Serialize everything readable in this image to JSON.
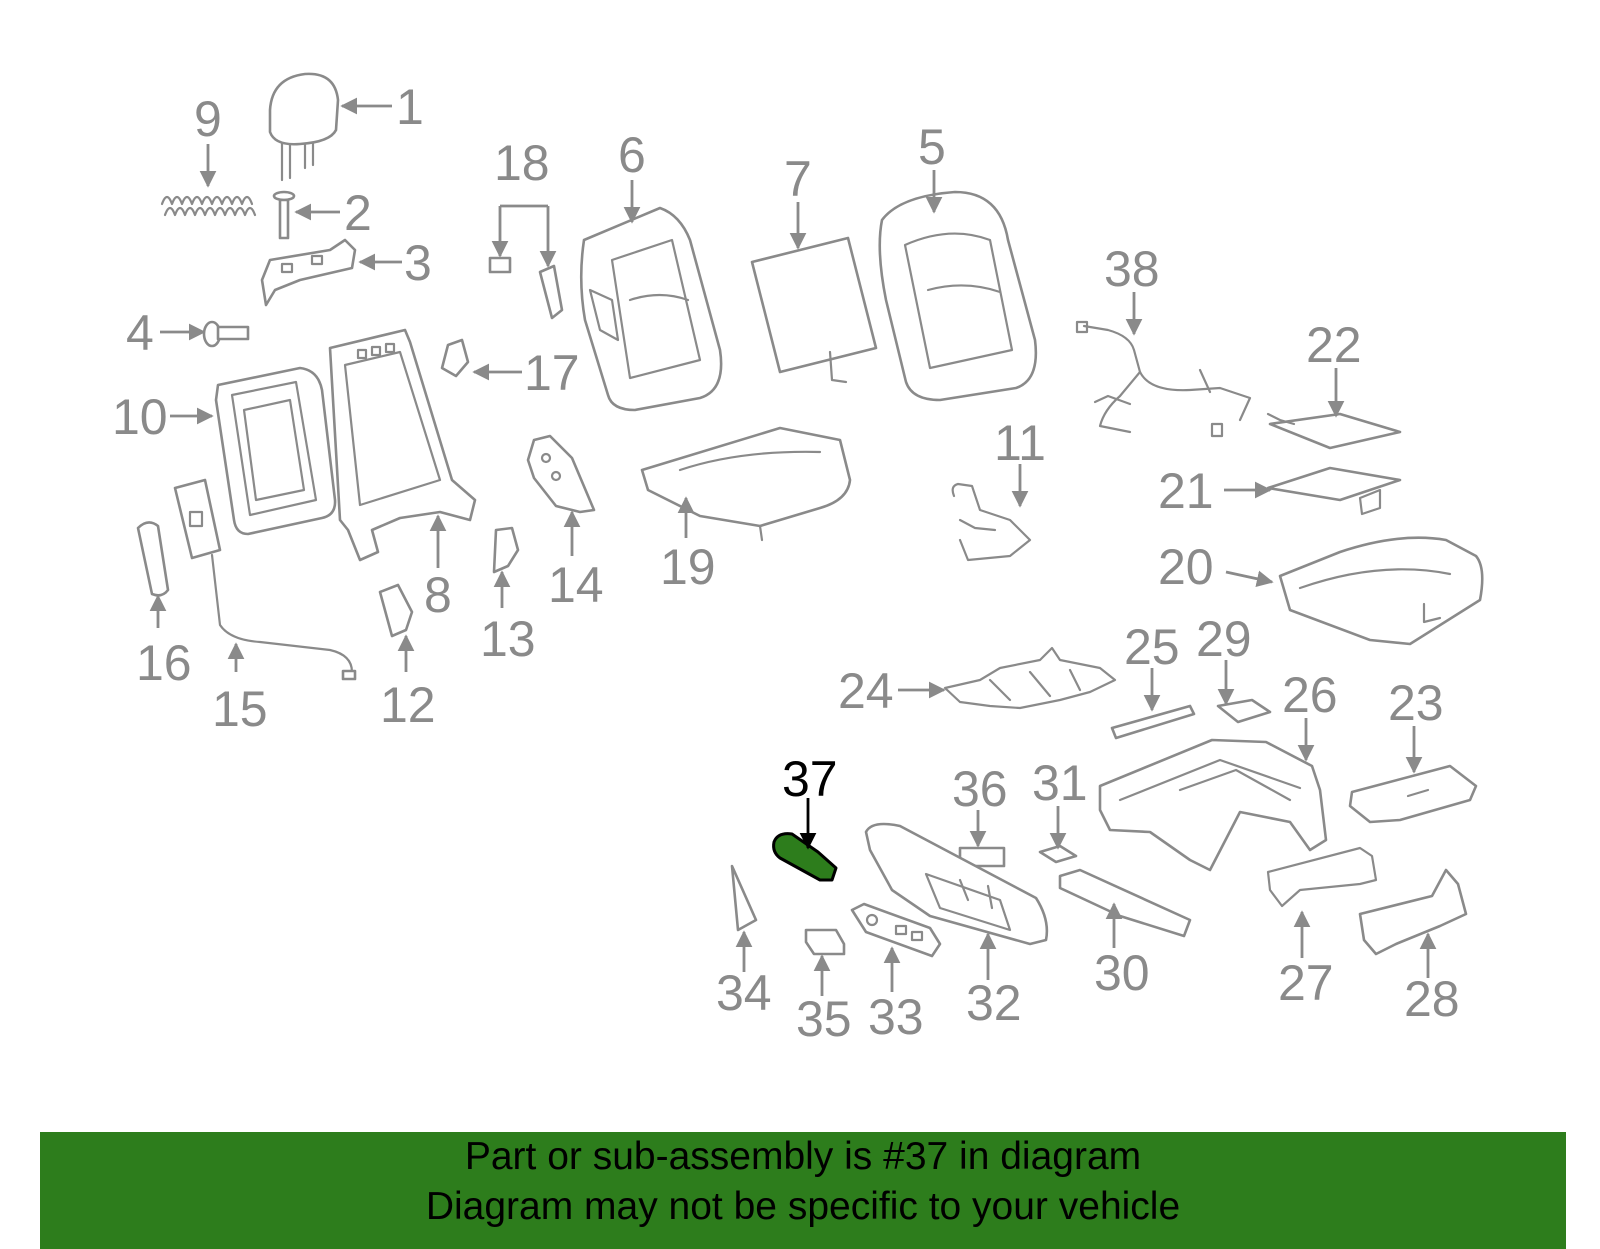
{
  "diagram": {
    "highlighted_part": "37",
    "highlight_color": "#2d7d1c",
    "line_color": "#8a8a8a",
    "callouts": [
      "1",
      "2",
      "3",
      "4",
      "5",
      "6",
      "7",
      "8",
      "9",
      "10",
      "11",
      "12",
      "13",
      "14",
      "15",
      "16",
      "17",
      "18",
      "19",
      "20",
      "21",
      "22",
      "23",
      "24",
      "25",
      "26",
      "27",
      "28",
      "29",
      "30",
      "31",
      "32",
      "33",
      "34",
      "35",
      "36",
      "37",
      "38"
    ]
  },
  "banner": {
    "line1": "Part or sub-assembly is #37 in diagram",
    "line2": "Diagram may not be specific to your vehicle"
  }
}
